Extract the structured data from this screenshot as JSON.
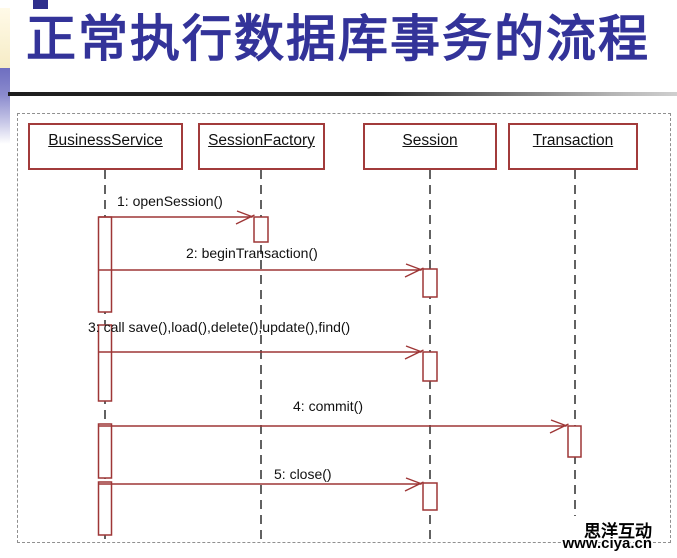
{
  "title": "正常执行数据库事务的流程",
  "diagram": {
    "lifelines": [
      {
        "label": "BusinessService"
      },
      {
        "label": "SessionFactory"
      },
      {
        "label": "Session"
      },
      {
        "label": "Transaction"
      }
    ],
    "messages": [
      {
        "label": "1: openSession()",
        "from": "BusinessService",
        "to": "SessionFactory"
      },
      {
        "label": "2: beginTransaction()",
        "from": "BusinessService",
        "to": "Session"
      },
      {
        "label": "3: call save(),load(),delete(),update(),find()",
        "from": "BusinessService",
        "to": "Session"
      },
      {
        "label": "4: commit()",
        "from": "BusinessService",
        "to": "Transaction"
      },
      {
        "label": "5: close()",
        "from": "BusinessService",
        "to": "Session"
      }
    ]
  },
  "watermark": {
    "line1": "思洋互动",
    "line2": "www.ciya.cn"
  },
  "colors": {
    "title_text": "#333399",
    "diagram_red": "#9E3636",
    "box_border": "#A23B3B",
    "lifeline": "#2E2E2E",
    "frame_dash": "#909090"
  }
}
